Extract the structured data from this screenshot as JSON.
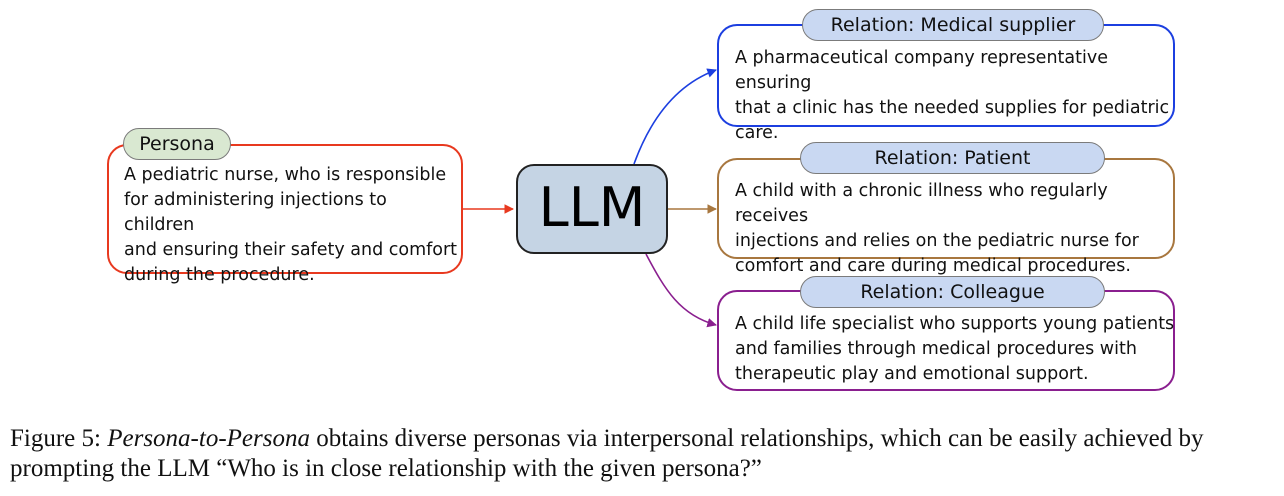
{
  "diagram": {
    "persona": {
      "label": "Persona",
      "text_lines": [
        "A pediatric nurse, who is responsible",
        "for administering injections to children",
        "and ensuring their safety and comfort",
        "during the procedure."
      ],
      "border_color": "#e8391f",
      "label_fill": "#d9e8d1"
    },
    "center": {
      "label": "LLM",
      "fill": "#c5d4e4"
    },
    "relations": [
      {
        "label": "Relation: Medical supplier",
        "text_lines": [
          "A pharmaceutical company representative ensuring",
          "that a clinic has the needed supplies for pediatric",
          "care."
        ],
        "color": "#1c3fe0"
      },
      {
        "label": "Relation: Patient",
        "text_lines": [
          "A child with a chronic illness who regularly receives",
          "injections and relies on the pediatric nurse for",
          "comfort and care during medical procedures."
        ],
        "color": "#a8773f"
      },
      {
        "label": "Relation: Colleague",
        "text_lines": [
          "A child life specialist who supports young patients",
          "and families through medical procedures with",
          "therapeutic play and emotional support."
        ],
        "color": "#8a1f8f"
      }
    ],
    "relation_label_fill": "#c9d8f2"
  },
  "caption": {
    "prefix": "Figure 5: ",
    "italic": "Persona-to-Persona",
    "rest": " obtains diverse personas via interpersonal relationships, which can be easily achieved by prompting the LLM “Who is in close relationship with the given persona?”"
  }
}
